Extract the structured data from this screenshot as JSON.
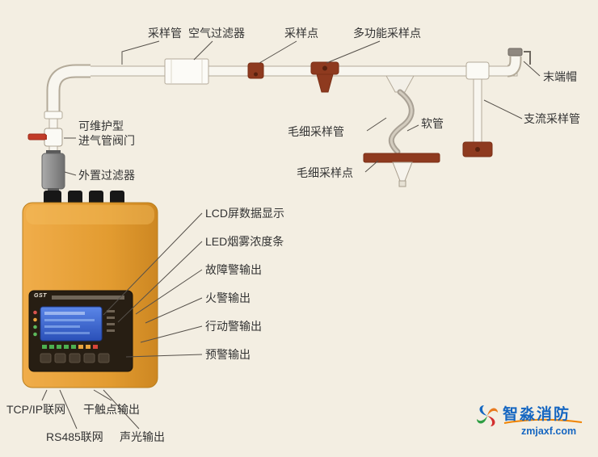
{
  "colors": {
    "background": "#f3eee2",
    "pipe_fill": "#f8f6ef",
    "pipe_stroke": "#b3aa99",
    "fitting_red": "#8e3a1f",
    "valve_handle_red": "#c23b28",
    "device_orange": "#e8a23b",
    "panel_dark": "#271e13",
    "lcd_blue": "#3a63cf",
    "label_text": "#333333",
    "logo_blue": "#1566c1"
  },
  "labels": {
    "sampling_pipe": "采样管",
    "air_filter": "空气过滤器",
    "sampling_point": "采样点",
    "multi_sampling_point": "多功能采样点",
    "end_cap": "末端帽",
    "branch_pipe": "支流采样管",
    "soft_tube": "软管",
    "capillary_pipe": "毛细采样管",
    "capillary_point": "毛细采样点",
    "valve_line1": "可维护型",
    "valve_line2": "进气管阀门",
    "external_filter": "外置过滤器"
  },
  "device_callouts": {
    "lcd_display": "LCD屏数据显示",
    "led_bar": "LED烟雾浓度条",
    "fault_output": "故障警输出",
    "fire_output": "火警输出",
    "action_output": "行动警输出",
    "prewarn_output": "预警输出",
    "tcpip": "TCP/IP联网",
    "dry_contact": "干触点输出",
    "rs485": "RS485联网",
    "sound_light": "声光输出"
  },
  "device": {
    "brand": "GST"
  },
  "branding": {
    "name": "智淼消防",
    "site": "zmjaxf.com"
  }
}
